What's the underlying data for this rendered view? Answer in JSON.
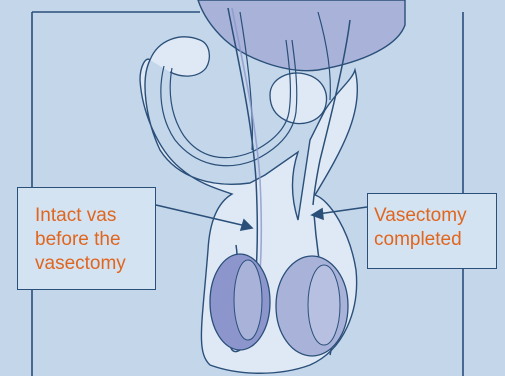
{
  "labels": {
    "intact_vas": [
      "Intact vas",
      "before the",
      "vasectomy"
    ],
    "vasectomy_completed": [
      "Vasectomy",
      "completed"
    ]
  },
  "colors": {
    "background": "#c3d6ea",
    "frame_line": "#2a4f79",
    "tissue_fill": "#dfe9f5",
    "bladder_fill": "#a9b3d9",
    "testis_fill": "#8c96cd",
    "label_text": "#e0651e"
  }
}
